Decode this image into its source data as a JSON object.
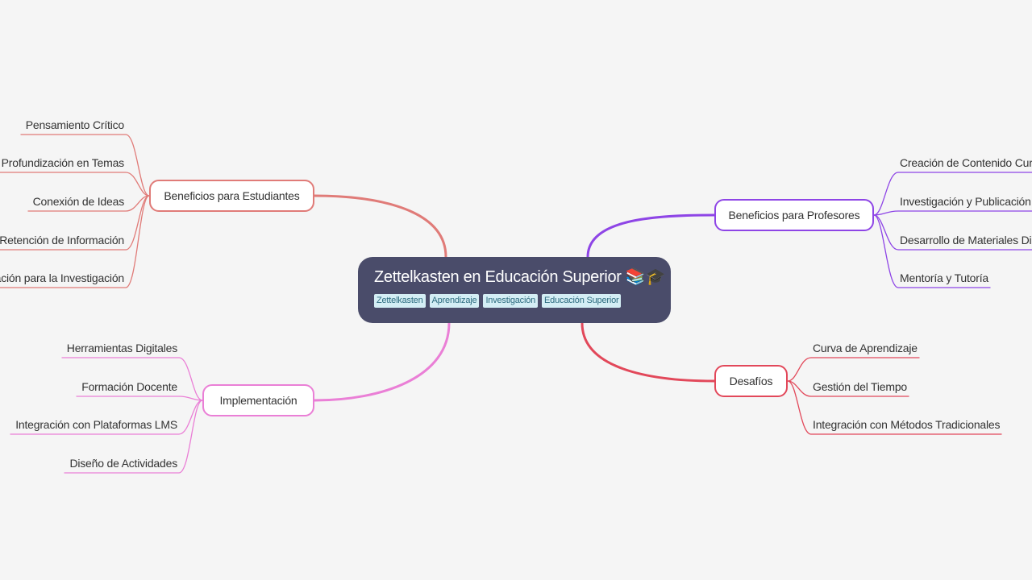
{
  "central": {
    "title": "Zettelkasten en Educación Superior 📚🎓",
    "tags": [
      "Zettelkasten",
      "Aprendizaje",
      "Investigación",
      "Educación Superior"
    ]
  },
  "branches": [
    {
      "key": "estudiantes",
      "label": "Beneficios para Estudiantes",
      "color": "#e07b78",
      "side": "left",
      "children": [
        "Pensamiento Crítico",
        "Profundización en Temas",
        "Conexión de Ideas",
        "Retención de Información",
        "Preparación para la Investigación"
      ]
    },
    {
      "key": "implementacion",
      "label": "Implementación",
      "color": "#ea7fd6",
      "side": "left",
      "children": [
        "Herramientas Digitales",
        "Formación Docente",
        "Integración con Plataformas LMS",
        "Diseño de Actividades"
      ]
    },
    {
      "key": "profesores",
      "label": "Beneficios para Profesores",
      "color": "#8e45e6",
      "side": "right",
      "children": [
        "Creación de Contenido Curricular",
        "Investigación y Publicación",
        "Desarrollo de Materiales Didácticos",
        "Mentoría y Tutoría"
      ]
    },
    {
      "key": "desafios",
      "label": "Desafíos",
      "color": "#e2485a",
      "side": "right",
      "children": [
        "Curva de Aprendizaje",
        "Gestión del Tiempo",
        "Integración con Métodos Tradicionales"
      ]
    }
  ]
}
